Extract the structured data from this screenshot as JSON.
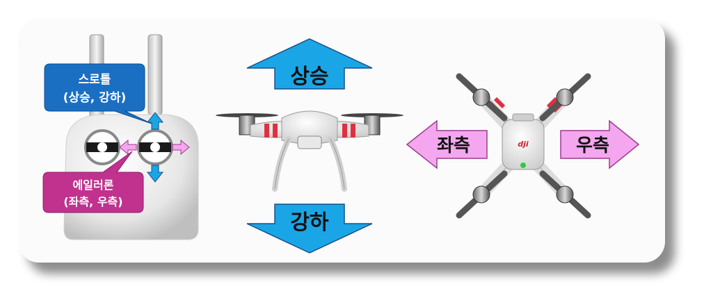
{
  "throttle": {
    "title": "스로틀",
    "detail": "(상승, 강하)"
  },
  "aileron": {
    "title": "에일러론",
    "detail": "(좌측, 우측)"
  },
  "arrows": {
    "up": "상승",
    "down": "강하",
    "left": "좌측",
    "right": "우측"
  },
  "drone_logo": "dji",
  "colors": {
    "throttle_callout": "#1a6fc3",
    "aileron_callout": "#c0328e",
    "vertical_arrow": "#1aa6e6",
    "horizontal_arrow": "#f4a6ee",
    "drone_stripe": "#e03040"
  }
}
